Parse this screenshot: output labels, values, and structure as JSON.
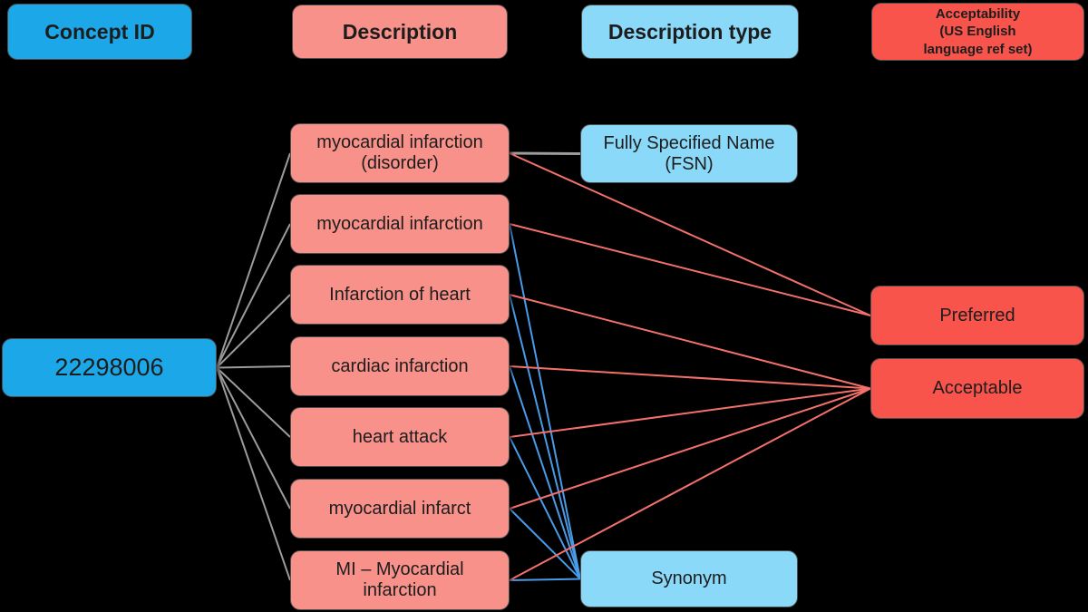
{
  "colors": {
    "background": "#000000",
    "concept_fill": "#1BA7E8",
    "description_fill": "#F7918A",
    "type_fill": "#8BD9F8",
    "acceptability_fill": "#F8544C",
    "edge_gray": "#9C9C9C",
    "edge_blue": "#4A9BE8",
    "edge_red": "#F4716B"
  },
  "headers": {
    "concept_id": "Concept ID",
    "description": "Description",
    "description_type": "Description type",
    "acceptability": "Acceptability\n(US English\nlanguage ref set)"
  },
  "concept": {
    "id": "22298006"
  },
  "descriptions": [
    {
      "term": "myocardial infarction (disorder)",
      "type": "Fully Specified Name (FSN)",
      "acceptability": "Preferred"
    },
    {
      "term": "myocardial infarction",
      "type": "Synonym",
      "acceptability": "Preferred"
    },
    {
      "term": "Infarction of heart",
      "type": "Synonym",
      "acceptability": "Acceptable"
    },
    {
      "term": "cardiac infarction",
      "type": "Synonym",
      "acceptability": "Acceptable"
    },
    {
      "term": "heart attack",
      "type": "Synonym",
      "acceptability": "Acceptable"
    },
    {
      "term": "myocardial infarct",
      "type": "Synonym",
      "acceptability": "Acceptable"
    },
    {
      "term": "MI – Myocardial infarction",
      "type": "Synonym",
      "acceptability": "Acceptable"
    }
  ],
  "description_types": [
    {
      "label": "Fully Specified Name (FSN)"
    },
    {
      "label": "Synonym"
    }
  ],
  "acceptability_values": [
    {
      "label": "Preferred"
    },
    {
      "label": "Acceptable"
    }
  ],
  "edges": [
    {
      "from": "concept",
      "to": "desc-0",
      "color": "edge_gray",
      "w": 2
    },
    {
      "from": "concept",
      "to": "desc-1",
      "color": "edge_gray",
      "w": 2
    },
    {
      "from": "concept",
      "to": "desc-2",
      "color": "edge_gray",
      "w": 2
    },
    {
      "from": "concept",
      "to": "desc-3",
      "color": "edge_gray",
      "w": 2
    },
    {
      "from": "concept",
      "to": "desc-4",
      "color": "edge_gray",
      "w": 2
    },
    {
      "from": "concept",
      "to": "desc-5",
      "color": "edge_gray",
      "w": 2
    },
    {
      "from": "concept",
      "to": "desc-6",
      "color": "edge_gray",
      "w": 2
    },
    {
      "from": "desc-0",
      "to": "type-0",
      "color": "edge_gray",
      "w": 3
    },
    {
      "from": "desc-1",
      "to": "type-1",
      "color": "edge_blue",
      "w": 2
    },
    {
      "from": "desc-2",
      "to": "type-1",
      "color": "edge_blue",
      "w": 2
    },
    {
      "from": "desc-3",
      "to": "type-1",
      "color": "edge_blue",
      "w": 2
    },
    {
      "from": "desc-4",
      "to": "type-1",
      "color": "edge_blue",
      "w": 2
    },
    {
      "from": "desc-5",
      "to": "type-1",
      "color": "edge_blue",
      "w": 2
    },
    {
      "from": "desc-6",
      "to": "type-1",
      "color": "edge_blue",
      "w": 2
    },
    {
      "from": "desc-0",
      "to": "acc-0",
      "color": "edge_red",
      "w": 2
    },
    {
      "from": "desc-1",
      "to": "acc-0",
      "color": "edge_red",
      "w": 2
    },
    {
      "from": "desc-2",
      "to": "acc-1",
      "color": "edge_red",
      "w": 2
    },
    {
      "from": "desc-3",
      "to": "acc-1",
      "color": "edge_red",
      "w": 2
    },
    {
      "from": "desc-4",
      "to": "acc-1",
      "color": "edge_red",
      "w": 2
    },
    {
      "from": "desc-5",
      "to": "acc-1",
      "color": "edge_red",
      "w": 2
    },
    {
      "from": "desc-6",
      "to": "acc-1",
      "color": "edge_red",
      "w": 2
    }
  ]
}
